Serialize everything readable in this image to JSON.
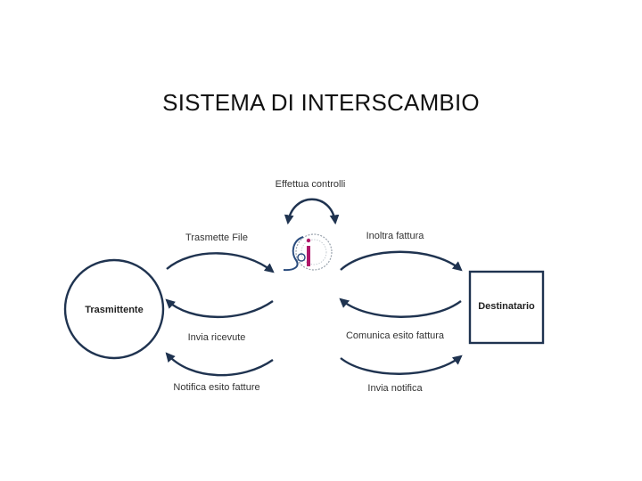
{
  "title": "SISTEMA DI INTERSCAMBIO",
  "nodes": {
    "sender": "Trasmittente",
    "recipient": "Destinatario"
  },
  "labels": {
    "checks": "Effettua controlli",
    "send_file": "Trasmette File",
    "forward_invoice": "Inoltra fattura",
    "send_receipts": "Invia ricevute",
    "communicate_outcome": "Comunica esito fattura",
    "notify_outcome": "Notifica esito fatture",
    "send_notification": "Invia notifica"
  },
  "colors": {
    "arrow": "#1f3350",
    "logo_magenta": "#b0176a",
    "logo_blue": "#2a4c7e",
    "logo_emblem": "#9aa3ad"
  },
  "icons": {
    "center": "sdi-logo-icon"
  }
}
